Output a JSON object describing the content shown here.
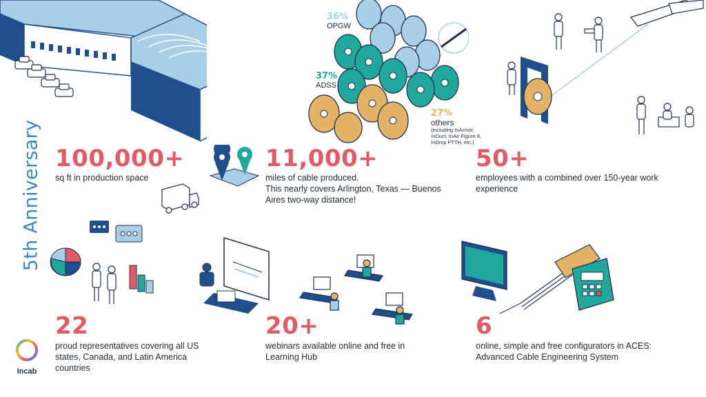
{
  "title": "5th Anniversary",
  "brand": {
    "name": "Incab"
  },
  "cable_share": [
    {
      "pct": "36%",
      "label": "OPGW",
      "color": "#a9cfe6"
    },
    {
      "pct": "37%",
      "label": "ADSS",
      "color": "#20a99a"
    },
    {
      "pct": "27%",
      "label": "others",
      "note_lines": [
        "(including InArmor,",
        "InDuct, InAir Figure 8,",
        "InDrop FTTH, etc.)"
      ],
      "color": "#e3b465"
    }
  ],
  "stats": [
    {
      "value": "100,000+",
      "desc": [
        "sq ft in production space"
      ]
    },
    {
      "value": "11,000+",
      "desc": [
        "miles of cable produced.",
        "This nearly covers Arlington, Texas — Buenos",
        "Aires two-way distance!"
      ]
    },
    {
      "value": "50+",
      "desc": [
        "employees with a combined over 150-year work",
        "experience"
      ]
    },
    {
      "value": "22",
      "desc": [
        "proud representatives covering all US",
        "states, Canada, and Latin America",
        "countries"
      ]
    },
    {
      "value": "20+",
      "desc": [
        "webinars available online and free in",
        "Learning Hub"
      ]
    },
    {
      "value": "6",
      "desc": [
        "online, simple and free configurators in ACES:",
        "Advanced Cable Engineering System"
      ]
    }
  ],
  "colors": {
    "accent": "#e05a68",
    "title_blue": "#3a86c6",
    "navy": "#1f4e8c",
    "teal": "#20a99a",
    "sand": "#e3b465",
    "sky": "#a9cfe6"
  }
}
